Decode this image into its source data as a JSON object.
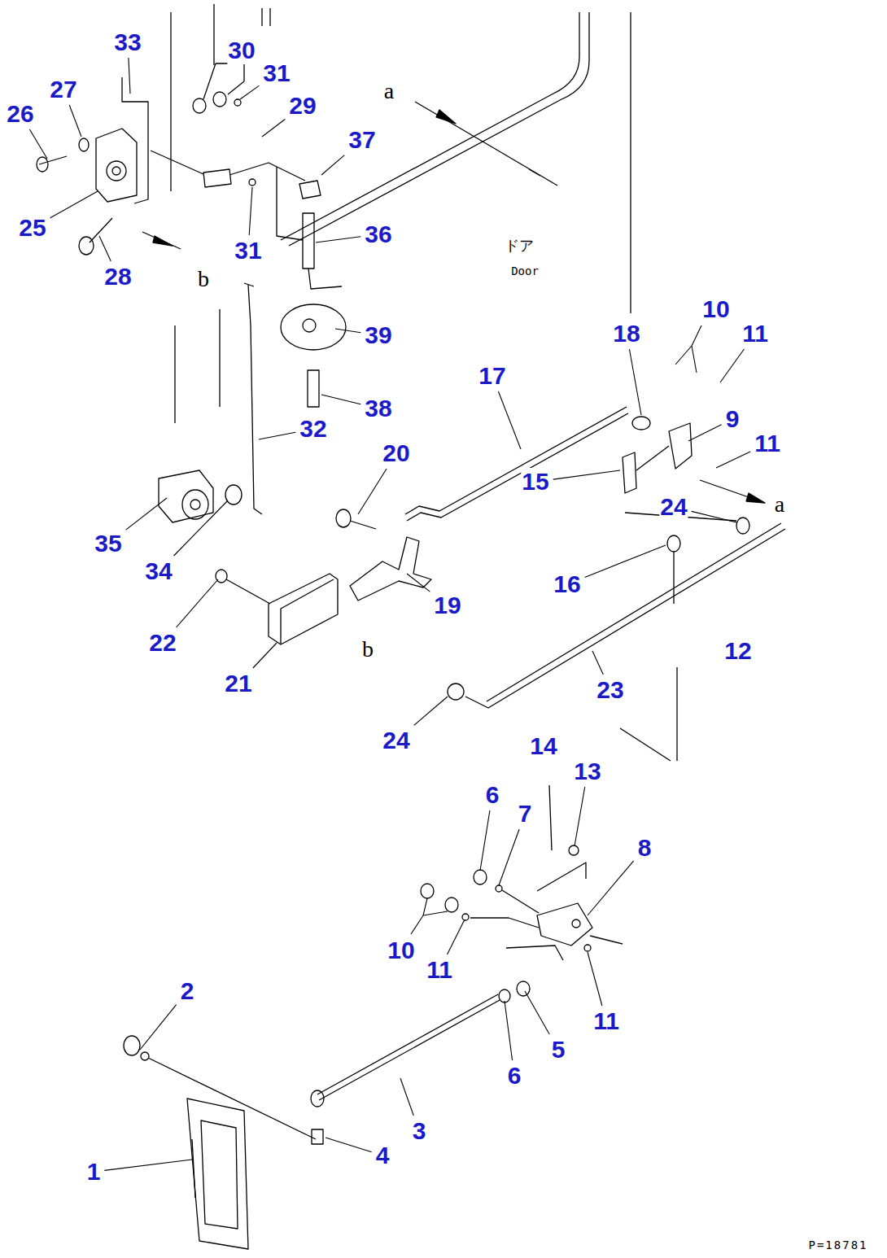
{
  "diagram": {
    "labels": [
      "33",
      "30",
      "31",
      "29",
      "37",
      "26",
      "27",
      "25",
      "28",
      "31",
      "36",
      "a",
      "b",
      "ドア",
      "Door",
      "39",
      "38",
      "32",
      "10",
      "11",
      "18",
      "17",
      "9",
      "11",
      "15",
      "24",
      "a",
      "20",
      "35",
      "34",
      "19",
      "16",
      "22",
      "21",
      "b",
      "23",
      "12",
      "24",
      "14",
      "13",
      "6",
      "7",
      "8",
      "10",
      "11",
      "11",
      "5",
      "6",
      "3",
      "2",
      "4",
      "1",
      "P=18781"
    ]
  }
}
